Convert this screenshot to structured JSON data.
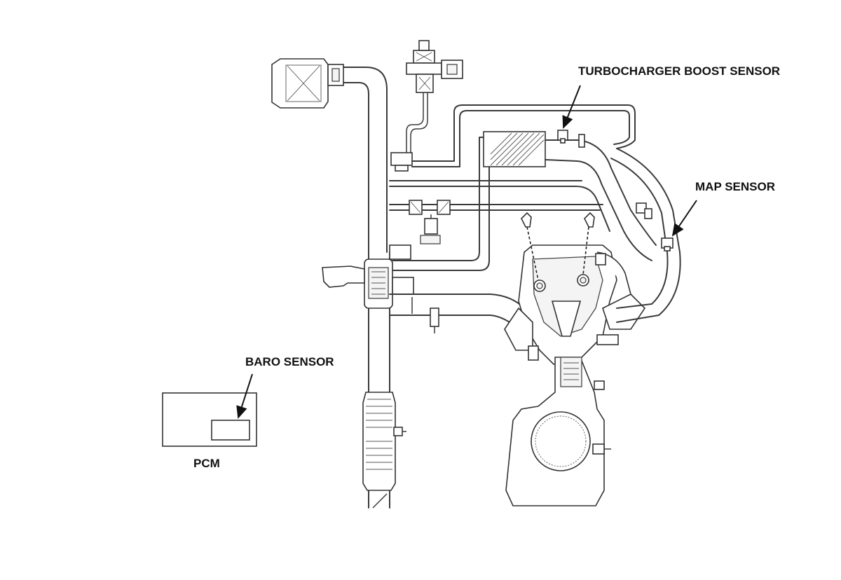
{
  "labels": {
    "turbocharger_boost_sensor": "TURBOCHARGER BOOST SENSOR",
    "map_sensor": "MAP SENSOR",
    "baro_sensor": "BARO SENSOR",
    "pcm": "PCM"
  },
  "colors": {
    "line": "#3a3a3a",
    "text": "#111111",
    "background": "#ffffff"
  }
}
